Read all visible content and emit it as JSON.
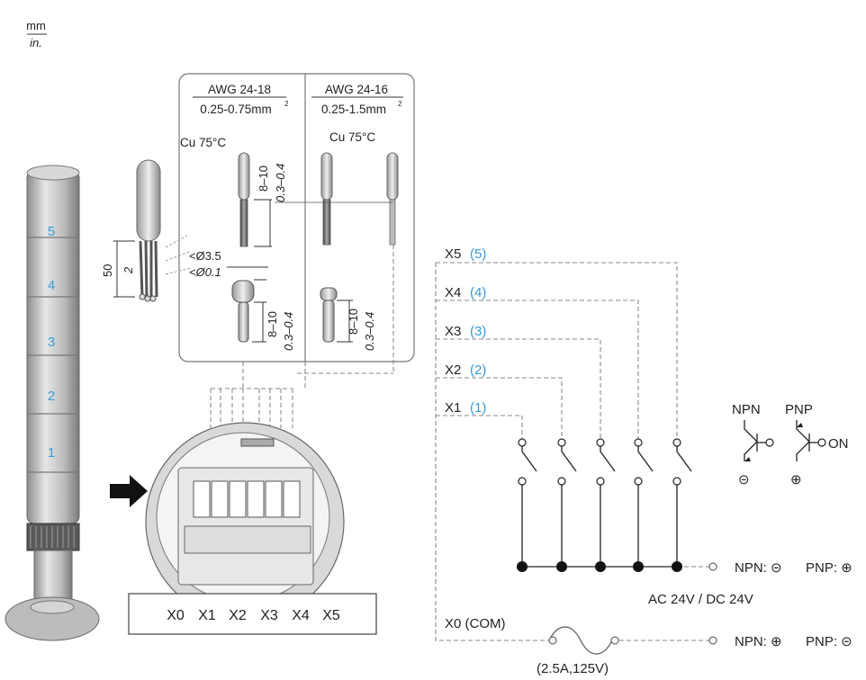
{
  "units": {
    "top": "mm",
    "bottom": "in."
  },
  "wire_table": [
    {
      "awg": "AWG 24-18",
      "area": "0.25-0.75mm",
      "sup": "2",
      "temp": "Cu 75°C"
    },
    {
      "awg": "AWG 24-16",
      "area": "0.25-1.5mm",
      "sup": "2",
      "temp": "Cu 75°C"
    }
  ],
  "dims": {
    "strip_len": "8–10",
    "strip_in": "0.3–0.4",
    "strip_len2": "8–10",
    "strip_in2": "0.3–0.4",
    "strip_len3": "8–10",
    "strip_in3": "0.3–0.4",
    "dia_mm": "<Ø3.5",
    "dia_in": "<Ø0.1",
    "cable_mm": "50",
    "cable_in": "2"
  },
  "tower_tiers": [
    "5",
    "4",
    "3",
    "2",
    "1"
  ],
  "terminal_labels": [
    "X0",
    "X1",
    "X2",
    "X3",
    "X4",
    "X5"
  ],
  "inputs": [
    {
      "name": "X5",
      "num": "(5)"
    },
    {
      "name": "X4",
      "num": "(4)"
    },
    {
      "name": "X3",
      "num": "(3)"
    },
    {
      "name": "X2",
      "num": "(2)"
    },
    {
      "name": "X1",
      "num": "(1)"
    }
  ],
  "common": "X0 (COM)",
  "supply": "AC 24V / DC 24V",
  "fuse": "(2.5A,125V)",
  "polarity_top": {
    "npn": "NPN: ⊝",
    "pnp": "PNP: ⊕"
  },
  "polarity_bottom": {
    "npn": "NPN: ⊕",
    "pnp": "PNP: ⊝"
  },
  "transistor": {
    "npn": "NPN",
    "pnp": "PNP",
    "on": "ON",
    "minus": "⊝",
    "plus": "⊕"
  },
  "colors": {
    "accent_blue": "#3a9bd5",
    "line": "#222222",
    "dashed": "#8a8a8a"
  }
}
